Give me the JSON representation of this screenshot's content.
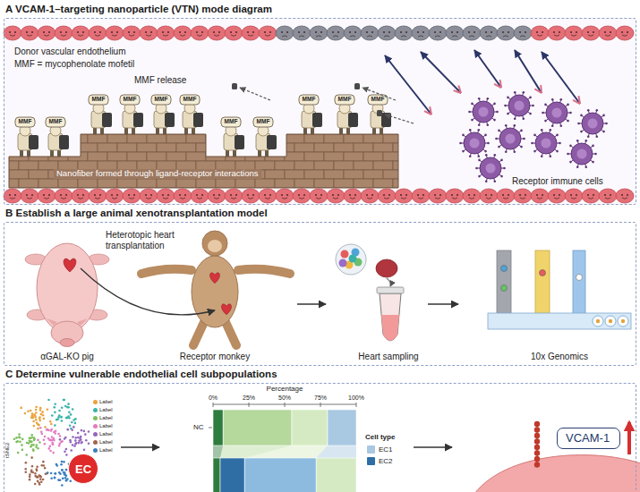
{
  "diagram": {
    "nodes": [
      {
        "text": [
          "A VCAM-1–targeting nanoparticle (VTN) mode diagram"
        ]
      },
      {
        "text": [
          "B Establish a large animal xenotransplantation model"
        ]
      },
      {
        "text": [
          "C Determine vulnerable endothelial cell subpopulations"
        ]
      },
      {
        "text": [
          "EC"
        ],
        "in": 2
      },
      {
        "text": [
          "VCAM-1"
        ],
        "in": 2
      }
    ],
    "labels": [
      "Donor vascular endothelium",
      "MMF = mycophenolate mofetil",
      "MMF release",
      "MMF",
      "MMF",
      "MMF",
      "MMF",
      "MMF",
      "MMF",
      "MMF",
      "MMF",
      "MMF",
      "MMF",
      "MMF",
      "Nanofiber formed through ligand-receptor interactions",
      "Receptor immune cells",
      "Heterotopic heart transplantation",
      "αGAL-KO pig",
      "Receptor monkey",
      "Heart sampling",
      "10x Genomics",
      "tSNE2",
      "Percentage",
      "0%",
      "25%",
      "50%",
      "75%",
      "100%",
      "NC",
      "Cell type"
    ],
    "legend": [
      {
        "text": "Label",
        "color": "#e8a33d"
      },
      {
        "text": "Label",
        "color": "#3cb4a9"
      },
      {
        "text": "Label",
        "color": "#7cbf5c"
      },
      {
        "text": "Label",
        "color": "#e27cc0"
      },
      {
        "text": "Label",
        "color": "#9467bd"
      },
      {
        "text": "Label",
        "color": "#a0664e"
      },
      {
        "text": "Label",
        "color": "#3a7fc1"
      },
      {
        "text": "EC1",
        "color": "#a9c8e2"
      },
      {
        "text": "EC2",
        "color": "#2f6ea5"
      }
    ]
  }
}
